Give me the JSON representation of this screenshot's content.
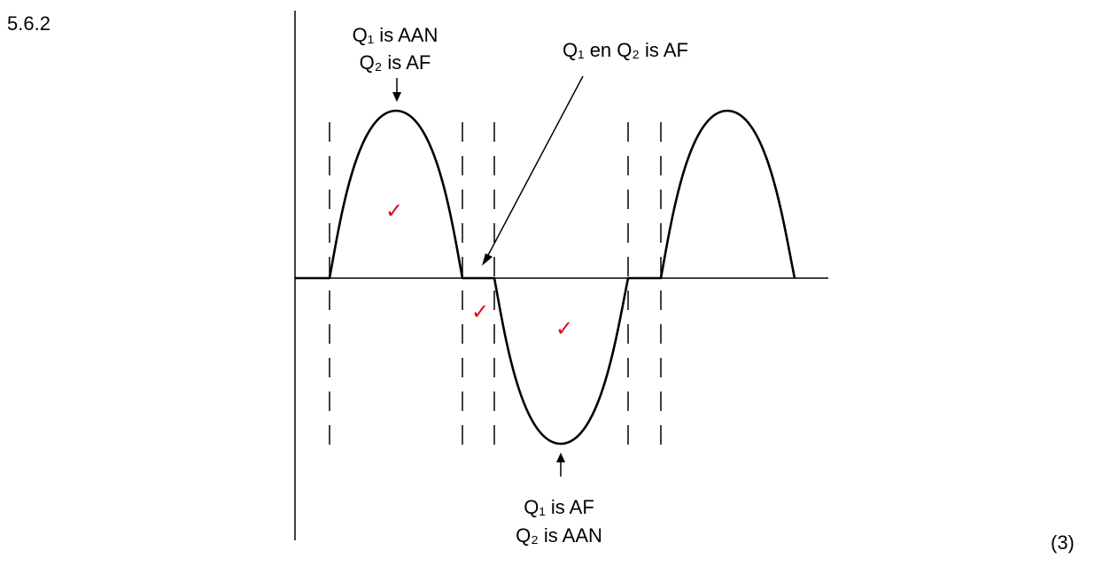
{
  "question": {
    "number": "5.6.2",
    "marks": "(3)"
  },
  "diagram": {
    "labels": {
      "top_line1": "Q₁ is AAN",
      "top_line2": "Q₂ is AF",
      "middle": "Q₁ en Q₂ is AF",
      "bottom_line1": "Q₁ is AF",
      "bottom_line2": "Q₂ is AAN"
    },
    "tick_glyph": "✓",
    "colors": {
      "line": "#000000",
      "tick": "#e30613"
    }
  }
}
